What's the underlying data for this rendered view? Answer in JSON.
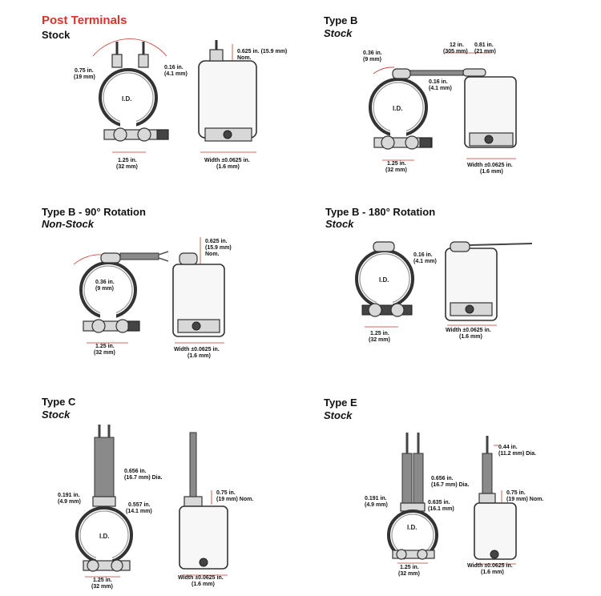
{
  "sections": [
    {
      "id": "post",
      "title": "Post Terminals",
      "subtitle": "Stock"
    },
    {
      "id": "typeb",
      "title": "Type B",
      "subtitle": "Stock"
    },
    {
      "id": "typeb90",
      "title": "Type B - 90° Rotation",
      "subtitle": "Non-Stock"
    },
    {
      "id": "typeb180",
      "title": "Type B - 180° Rotation",
      "subtitle": "Stock"
    },
    {
      "id": "typec",
      "title": "Type C",
      "subtitle": "Stock"
    },
    {
      "id": "typee",
      "title": "Type E",
      "subtitle": "Stock"
    }
  ],
  "post": {
    "arc1": "0.75 in.",
    "arc2": "(19 mm)",
    "thick1": "0.16 in.",
    "thick2": "(4.1 mm)",
    "id": "I.D.",
    "clamp1": "1.25 in.",
    "clamp2": "(32 mm)",
    "post1": "0.625 in. (15.9 mm)",
    "post2": "Nom.",
    "width1": "Width ±0.0625 in.",
    "width2": "(1.6 mm)"
  },
  "typeb": {
    "arc1": "0.36 in.",
    "arc2": "(9 mm)",
    "lead1": "12 in.",
    "lead2": "(305 mm)",
    "sleeve1": "0.81 in.",
    "sleeve2": "(21 mm)",
    "thick1": "0.16 in.",
    "thick2": "(4.1 mm)",
    "id": "I.D.",
    "clamp1": "1.25 in.",
    "clamp2": "(32 mm)",
    "width1": "Width ±0.0625 in.",
    "width2": "(1.6 mm)"
  },
  "typeb90": {
    "arc1": "0.36 in.",
    "arc2": "(9 mm)",
    "post1": "0.625 in.",
    "post2": "(15.9 mm)",
    "post3": "Nom.",
    "clamp1": "1.25 in.",
    "clamp2": "(32 mm)",
    "width1": "Width ±0.0625 in.",
    "width2": "(1.6 mm)"
  },
  "typeb180": {
    "thick1": "0.16 in.",
    "thick2": "(4.1 mm)",
    "id": "I.D.",
    "clamp1": "1.25 in.",
    "clamp2": "(32 mm)",
    "width1": "Width ±0.0625 in.",
    "width2": "(1.6 mm)"
  },
  "typec": {
    "dia1": "0.656 in.",
    "dia2": "(16.7 mm) Dia.",
    "side1": "0.191 in.",
    "side2": "(4.9 mm)",
    "h1": "0.557 in.",
    "h2": "(14.1 mm)",
    "id": "I.D.",
    "clamp1": "1.25 in.",
    "clamp2": "(32 mm)",
    "nom1": "0.75 in.",
    "nom2": "(19 mm) Nom.",
    "width1": "Width ±0.0625 in.",
    "width2": "(1.6 mm)"
  },
  "typee": {
    "dia1": "0.656 in.",
    "dia2": "(16.7 mm) Dia.",
    "side1": "0.191 in.",
    "side2": "(4.9 mm)",
    "h1": "0.635 in.",
    "h2": "(16.1 mm)",
    "id": "I.D.",
    "clamp1": "1.25 in.",
    "clamp2": "(32 mm)",
    "top1": "0.44 in.",
    "top2": "(11.2 mm) Dia.",
    "nom1": "0.75 in.",
    "nom2": "(19 mm) Nom.",
    "width1": "Width ±0.0625 in.",
    "width2": "(1.6 mm)"
  }
}
